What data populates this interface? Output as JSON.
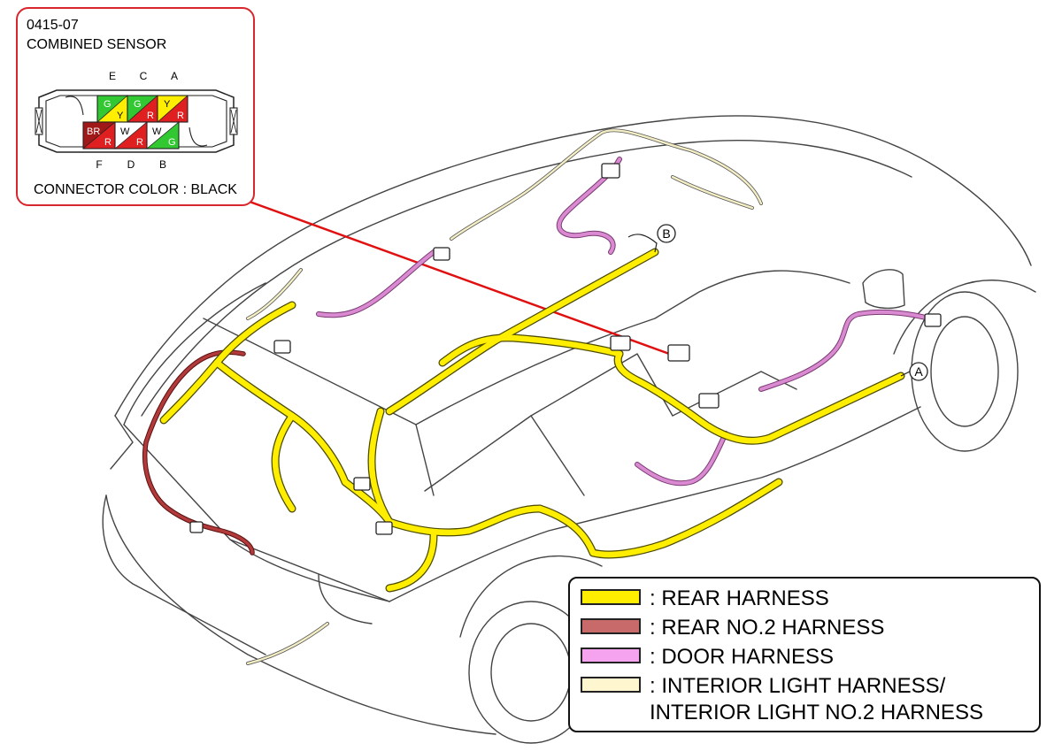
{
  "callout": {
    "code": "0415-07",
    "title": "COMBINED SENSOR",
    "top_pins": [
      "E",
      "C",
      "A"
    ],
    "bottom_pins": [
      "F",
      "D",
      "B"
    ],
    "top_row_cells": [
      {
        "primary": "G",
        "secondary": "Y",
        "primary_color": "#32c832",
        "secondary_color": "#ffee00"
      },
      {
        "primary": "G",
        "secondary": "R",
        "primary_color": "#32c832",
        "secondary_color": "#e02020"
      },
      {
        "primary": "Y",
        "secondary": "R",
        "primary_color": "#ffee00",
        "secondary_color": "#e02020"
      }
    ],
    "bottom_row_cells": [
      {
        "primary": "BR",
        "secondary": "R",
        "primary_color": "#a01818",
        "secondary_color": "#e02020"
      },
      {
        "primary": "W",
        "secondary": "R",
        "primary_color": "#ffffff",
        "secondary_color": "#e02020"
      },
      {
        "primary": "W",
        "secondary": "G",
        "primary_color": "#ffffff",
        "secondary_color": "#32c832"
      }
    ],
    "connector_color_label": "CONNECTOR COLOR : BLACK",
    "border_color": "#d9262c"
  },
  "markers": {
    "a": "A",
    "b": "B"
  },
  "legend": {
    "items": [
      {
        "label": ": REAR HARNESS",
        "color": "#ffee00"
      },
      {
        "label": ": REAR NO.2 HARNESS",
        "color": "#c96a6a"
      },
      {
        "label": ": DOOR HARNESS",
        "color": "#f5a3ee"
      },
      {
        "label": ": INTERIOR LIGHT HARNESS/",
        "label2": "INTERIOR LIGHT NO.2 HARNESS",
        "color": "#fdf6cf"
      }
    ]
  },
  "colors": {
    "rear_harness": "#ffee00",
    "rear_harness_outline": "#6b6b00",
    "rear_no2_harness": "#b33a3a",
    "door_harness": "#d98ad0",
    "interior_light_harness": "#f4eec4",
    "leader_line": "#e01010"
  }
}
